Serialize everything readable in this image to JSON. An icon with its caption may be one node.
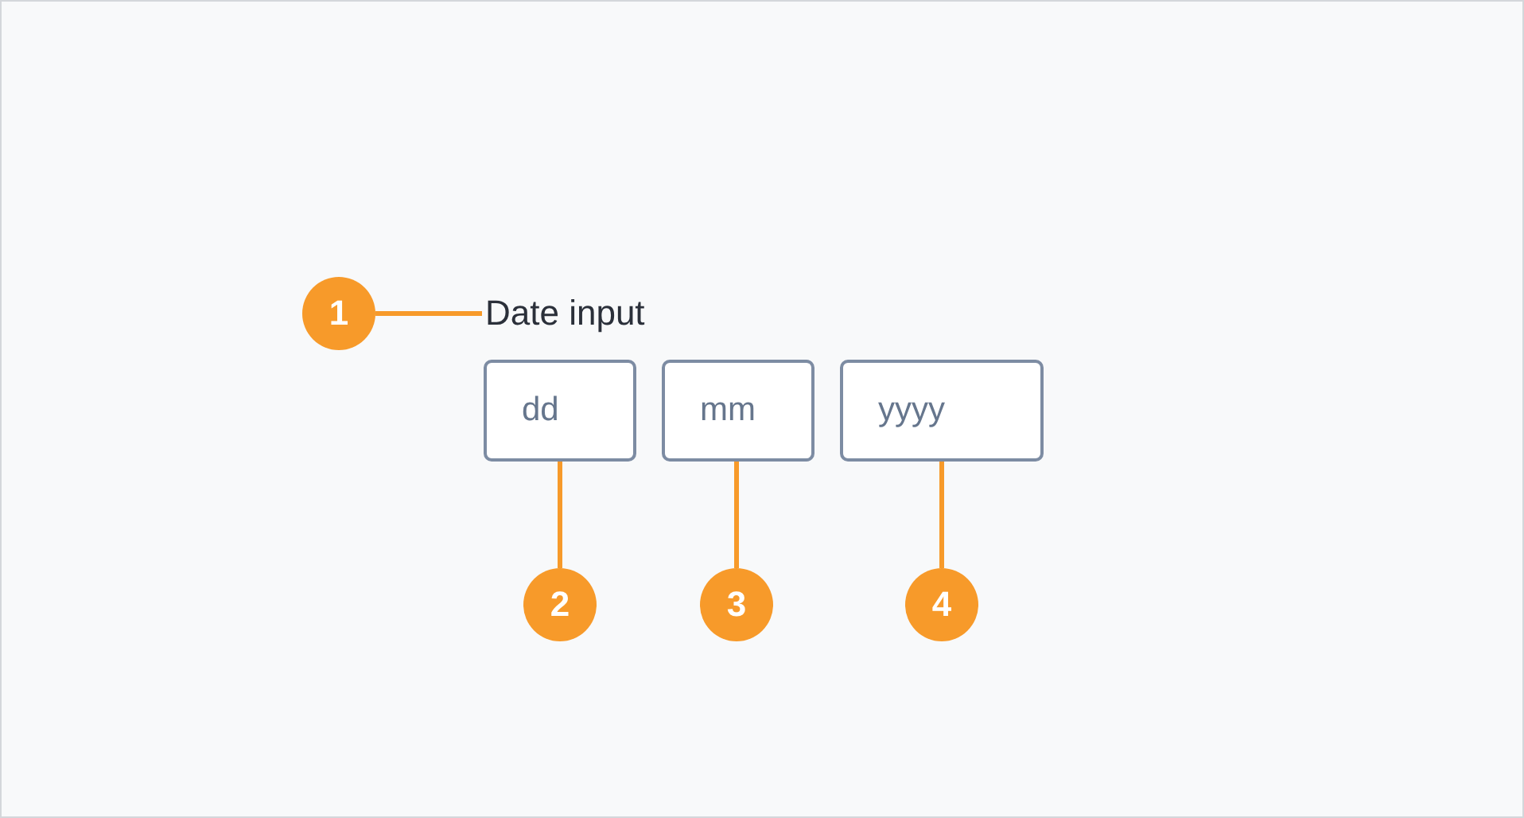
{
  "diagram": {
    "nodes": [
      {
        "text": [
          "1"
        ]
      },
      {
        "text": [
          "Date input"
        ]
      },
      {
        "text": [
          "dd"
        ]
      },
      {
        "text": [
          "mm"
        ]
      },
      {
        "text": [
          "yyyy"
        ]
      },
      {
        "text": [
          "2"
        ]
      },
      {
        "text": [
          "3"
        ]
      },
      {
        "text": [
          "4"
        ]
      }
    ],
    "edges": [
      {
        "from": 0,
        "to": 1,
        "arrow": "none"
      },
      {
        "from": 5,
        "to": 2,
        "arrow": "none"
      },
      {
        "from": 6,
        "to": 3,
        "arrow": "none"
      },
      {
        "from": 7,
        "to": 4,
        "arrow": "none"
      }
    ]
  }
}
